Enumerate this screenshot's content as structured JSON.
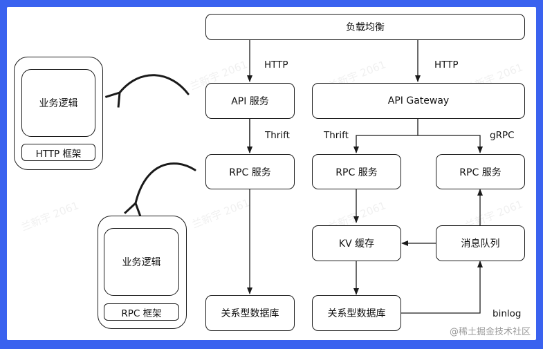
{
  "nodes": {
    "load_balancer": "负载均衡",
    "api_service": "API 服务",
    "api_gateway": "API Gateway",
    "rpc_service_left": "RPC 服务",
    "rpc_service_mid": "RPC 服务",
    "rpc_service_right": "RPC 服务",
    "kv_cache": "KV 缓存",
    "message_queue": "消息队列",
    "rdb_left": "关系型数据库",
    "rdb_mid": "关系型数据库"
  },
  "edge_labels": {
    "http_left": "HTTP",
    "http_right": "HTTP",
    "thrift_left": "Thrift",
    "thrift_mid": "Thrift",
    "grpc": "gRPC",
    "binlog": "binlog"
  },
  "side": {
    "http_stack": {
      "logic": "业务逻辑",
      "framework": "HTTP 框架"
    },
    "rpc_stack": {
      "logic": "业务逻辑",
      "framework": "RPC 框架"
    }
  },
  "watermark": "兰新宇 2061",
  "credit": "@稀土掘金技术社区"
}
